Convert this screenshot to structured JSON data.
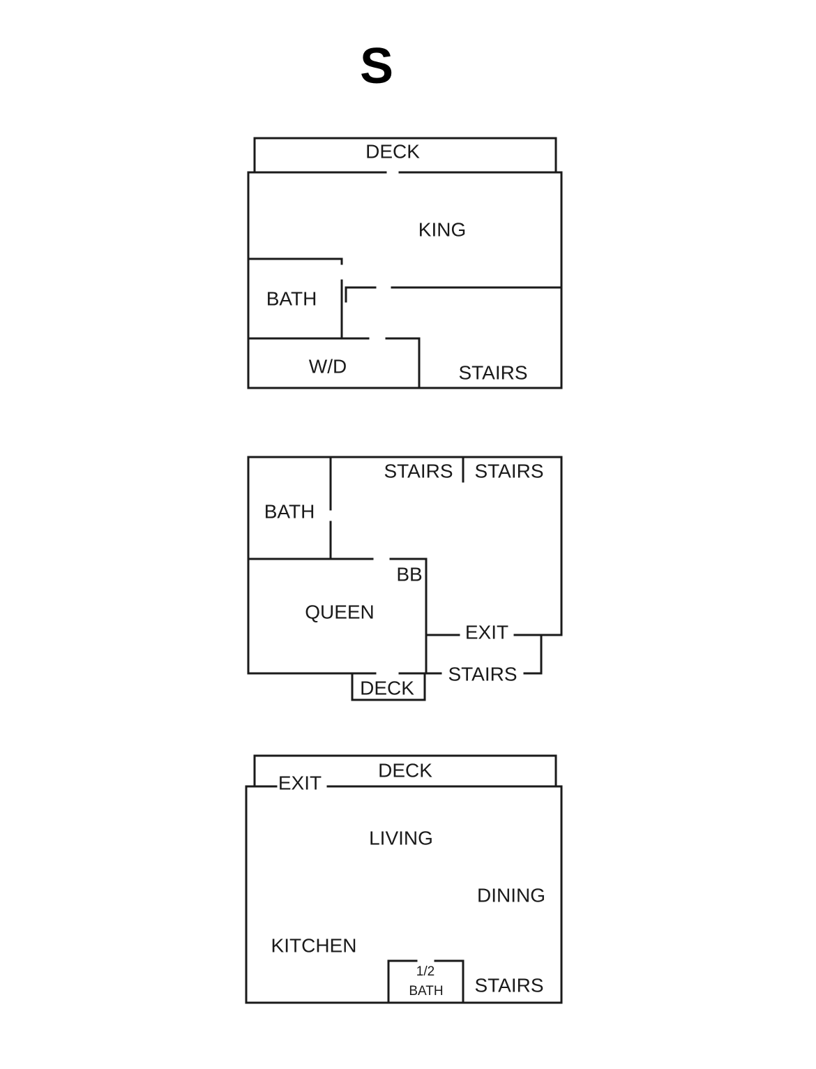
{
  "plan": {
    "title": "S",
    "upper_floor": {
      "deck": "DECK",
      "king": "KING",
      "bath": "BATH",
      "wd": "W/D",
      "stairs": "STAIRS"
    },
    "middle_floor": {
      "stairs_left": "STAIRS",
      "stairs_right": "STAIRS",
      "bath": "BATH",
      "bb": "BB",
      "queen": "QUEEN",
      "exit": "EXIT",
      "stairs_bottom": "STAIRS",
      "deck": "DECK"
    },
    "lower_floor": {
      "exit": "EXIT",
      "deck": "DECK",
      "living": "LIVING",
      "dining": "DINING",
      "kitchen": "KITCHEN",
      "half_bath_fraction": "1/2",
      "half_bath": "BATH",
      "stairs": "STAIRS"
    }
  }
}
